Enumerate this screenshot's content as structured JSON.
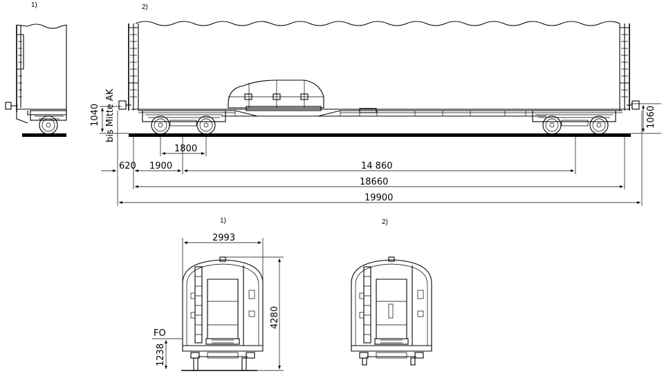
{
  "figure": {
    "notes": [
      "1)",
      "2)",
      "1)",
      "2)"
    ]
  },
  "side_view": {
    "axle_mark_lines": [
      "1040",
      "bis Mitte AK"
    ],
    "height_right": "1060",
    "bogie_wheelbase": "1800",
    "overhang": "620",
    "axle_offset": "1900",
    "pivot_distance": "14 860",
    "length_over_headstocks": "18660",
    "length_over_buffers": "19900"
  },
  "end_view": {
    "width": "2993",
    "height": "4280",
    "floor_label": "FO",
    "floor_height": "1238"
  }
}
